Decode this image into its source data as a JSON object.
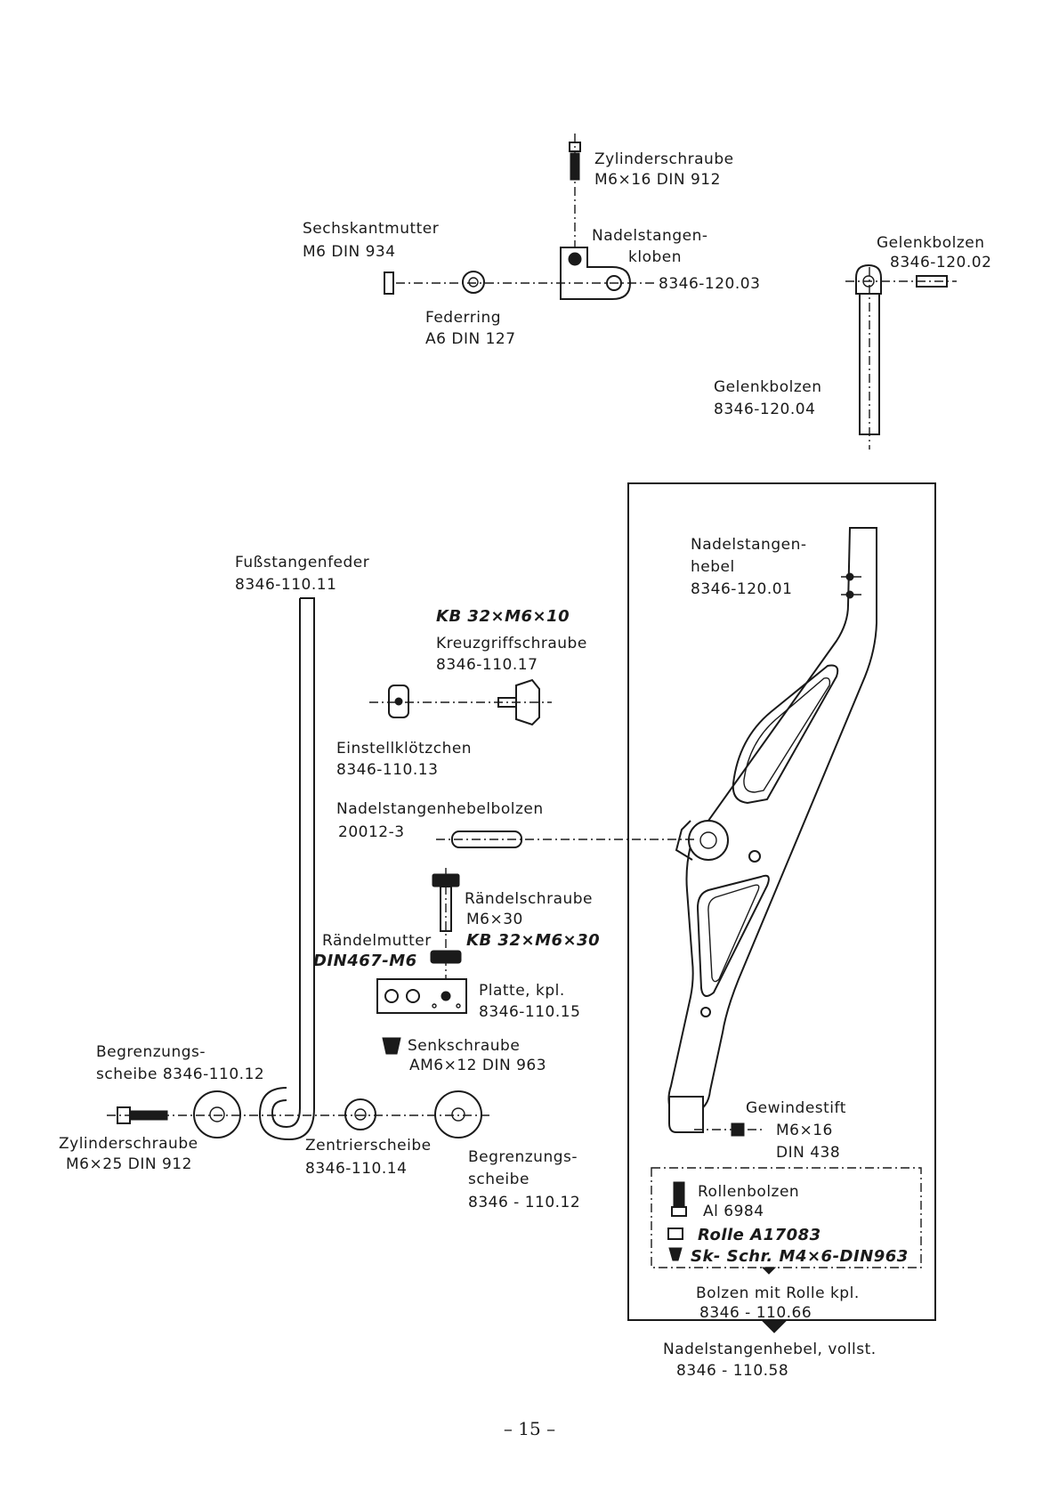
{
  "labels": {
    "zyl_top_1": "Zylinderschraube",
    "zyl_top_2": "M6×16 DIN 912",
    "sechskant_1": "Sechskantmutter",
    "sechskant_2": "M6 DIN 934",
    "federring_1": "Federring",
    "federring_2": "A6 DIN 127",
    "kloben_1": "Nadelstangen-",
    "kloben_2": "kloben",
    "kloben_3": "8346-120.03",
    "gelenk_top_1": "Gelenkbolzen",
    "gelenk_top_2": "8346-120.02",
    "gelenk_mid_1": "Gelenkbolzen",
    "gelenk_mid_2": "8346-120.04",
    "fuss_1": "Fußstangenfeder",
    "fuss_2": "8346-110.11",
    "kreuz_0": "KB 32×M6×10",
    "kreuz_1": "Kreuzgriffschraube",
    "kreuz_2": "8346-110.17",
    "hebel_1": "Nadelstangen-",
    "hebel_2": "hebel",
    "hebel_3": "8346-120.01",
    "einstell_1": "Einstellklötzchen",
    "einstell_2": "8346-110.13",
    "bolzen_1": "Nadelstangenhebelbolzen",
    "bolzen_2": "20012-3",
    "raendel_1": "Rändelschraube",
    "raendel_2": "M6×30",
    "raendel_3": "KB 32×M6×30",
    "raendelmutter_1": "Rändelmutter",
    "raendelmutter_2": "DIN467-M6",
    "platte_1": "Platte, kpl.",
    "platte_2": "8346-110.15",
    "senk_1": "Senkschraube",
    "senk_2": "AM6×12 DIN 963",
    "begr_left_1": "Begrenzungs-",
    "begr_left_2": "scheibe 8346-110.12",
    "zyl_bot_1": "Zylinderschraube",
    "zyl_bot_2": "M6×25 DIN 912",
    "zentrier_1": "Zentrierscheibe",
    "zentrier_2": "8346-110.14",
    "begr_right_1": "Begrenzungs-",
    "begr_right_2": "scheibe",
    "begr_right_3": "8346 - 110.12",
    "gewinde_1": "Gewindestift",
    "gewinde_2": "M6×16",
    "gewinde_3": "DIN 438",
    "rollen_1": "Rollenbolzen",
    "rollen_2": "Al 6984",
    "rolle": "Rolle A17083",
    "skschr": "Sk- Schr. M4×6-DIN963",
    "bolzen_rolle_1": "Bolzen mit Rolle kpl.",
    "bolzen_rolle_2": "8346 - 110.66",
    "vollst_1": "Nadelstangenhebel, vollst.",
    "vollst_2": "8346 - 110.58",
    "page_number": "– 15 –"
  }
}
